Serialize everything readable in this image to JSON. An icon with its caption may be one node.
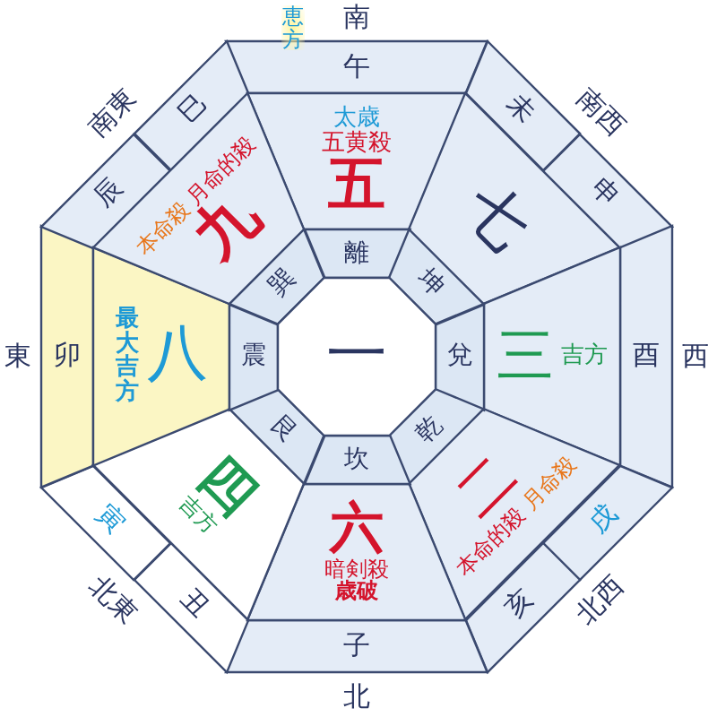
{
  "diagram": {
    "nodes": [
      {
        "text": [
          "午"
        ]
      },
      {
        "text": [
          "未"
        ]
      },
      {
        "text": [
          "申"
        ]
      },
      {
        "text": [
          "酉"
        ]
      },
      {
        "text": [
          "戌"
        ]
      },
      {
        "text": [
          "亥"
        ]
      },
      {
        "text": [
          "子"
        ]
      },
      {
        "text": [
          "丑"
        ]
      },
      {
        "text": [
          "寅"
        ]
      },
      {
        "text": [
          "卯"
        ]
      },
      {
        "text": [
          "辰"
        ]
      },
      {
        "text": [
          "巳"
        ]
      },
      {
        "text": [
          "太歳",
          "五黄殺",
          "五"
        ]
      },
      {
        "text": [
          "七"
        ]
      },
      {
        "text": [
          "三",
          "吉方"
        ]
      },
      {
        "text": [
          "二",
          "本命的殺",
          "月命殺"
        ]
      },
      {
        "text": [
          "六",
          "暗剣殺",
          "歳破"
        ]
      },
      {
        "text": [
          "四",
          "吉方"
        ]
      },
      {
        "text": [
          "最大吉方",
          "八"
        ]
      },
      {
        "text": [
          "本命殺",
          "月命的殺",
          "九"
        ]
      },
      {
        "text": [
          "離"
        ]
      },
      {
        "text": [
          "坤"
        ]
      },
      {
        "text": [
          "兌"
        ]
      },
      {
        "text": [
          "乾"
        ]
      },
      {
        "text": [
          "坎"
        ]
      },
      {
        "text": [
          "艮"
        ]
      },
      {
        "text": [
          "震"
        ]
      },
      {
        "text": [
          "巽"
        ]
      },
      {
        "text": [
          "一"
        ]
      }
    ],
    "labels": [
      "恵方",
      "南",
      "南西",
      "西",
      "北西",
      "北",
      "北東",
      "東",
      "南東"
    ]
  }
}
